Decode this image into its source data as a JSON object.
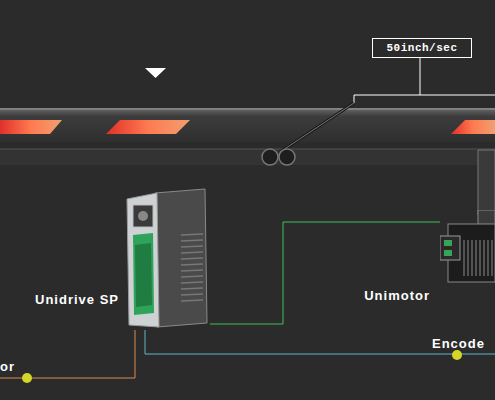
{
  "diagram": {
    "nodes": [
      {
        "text": [
          "50inch/sec"
        ]
      },
      {
        "text": [
          "Unidrive SP"
        ]
      },
      {
        "text": [
          "Unimotor"
        ]
      }
    ],
    "edges": [
      {
        "from": 1,
        "to": 2,
        "arrow": "none"
      }
    ],
    "labels": [
      "Encode",
      "or"
    ]
  }
}
